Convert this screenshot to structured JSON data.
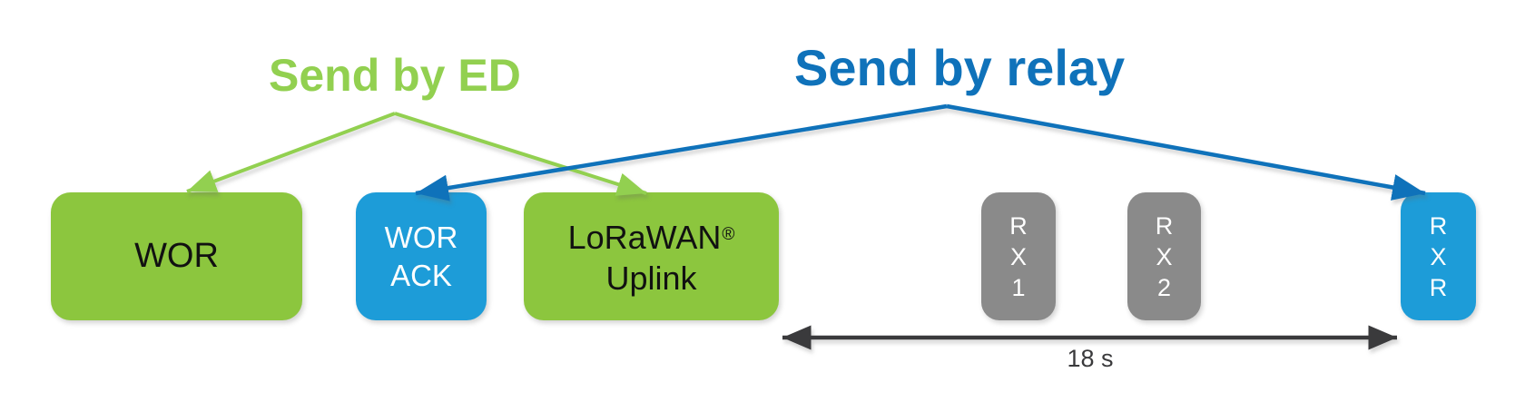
{
  "headings": {
    "send_by_ed": "Send by ED",
    "send_by_relay": "Send by relay"
  },
  "boxes": {
    "wor": {
      "label": "WOR"
    },
    "wor_ack": {
      "label": "WOR\nACK"
    },
    "lorawan_uplink": {
      "line1": "LoRaWAN",
      "reg": "®",
      "line2": "Uplink"
    },
    "rx1": {
      "label": "R\nX\n1"
    },
    "rx2": {
      "label": "R\nX\n2"
    },
    "rxr": {
      "label": "R\nX\nR"
    }
  },
  "timeline": {
    "duration": "18 s"
  },
  "colors": {
    "green_box": "#8cc63e",
    "green_line": "#92d050",
    "blue_box": "#1d9cd8",
    "blue_line": "#0f72ba",
    "gray_box": "#8a8a8a",
    "black_arrow": "#3a3a3c"
  }
}
